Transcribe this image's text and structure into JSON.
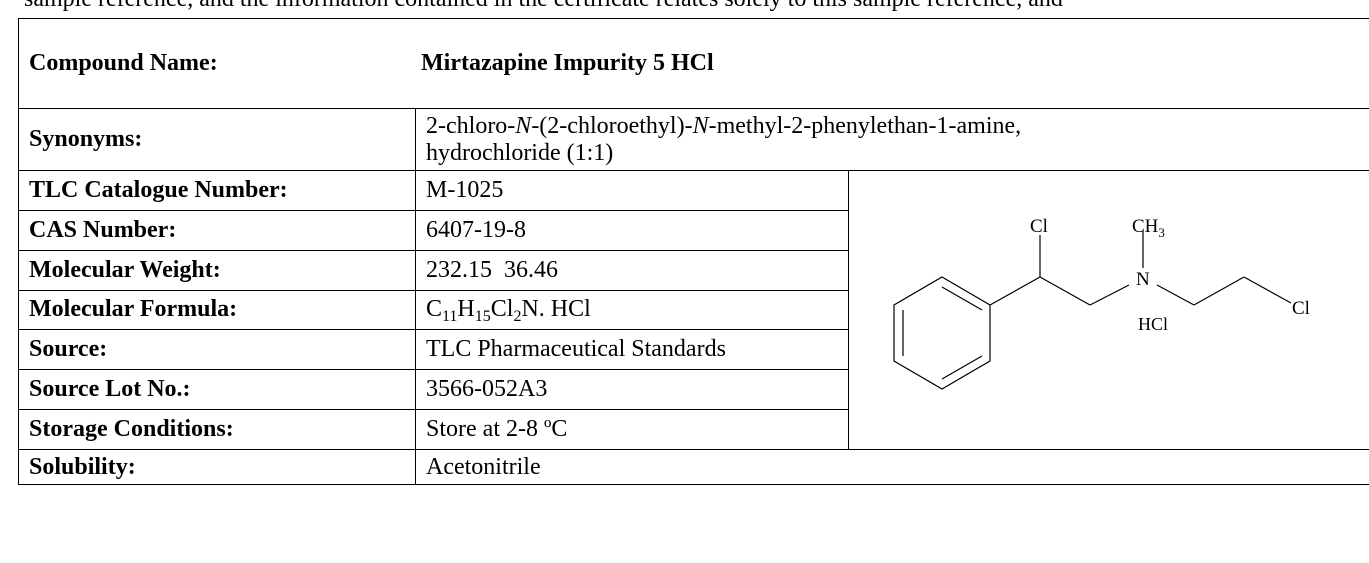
{
  "top_text": "sample reference, and the information contained in the certificate relates solely to this sample reference, and",
  "compound": {
    "label": "Compound Name:",
    "value": "Mirtazapine Impurity 5 HCl"
  },
  "synonyms": {
    "label": "Synonyms:",
    "line1_prefix": "2-chloro-",
    "line1_italic1": "N",
    "line1_middle": "-(2-chloroethyl)-",
    "line1_italic2": "N",
    "line1_suffix": "-methyl-2-phenylethan-1-amine,",
    "line2": "hydrochloride (1:1)"
  },
  "rows": [
    {
      "label": "TLC Catalogue Number:",
      "value": "M-1025"
    },
    {
      "label": "CAS Number:",
      "value": "6407-19-8"
    },
    {
      "label": "Molecular Weight:",
      "value": "232.15  36.46"
    },
    {
      "label": "Molecular Formula:",
      "formula": {
        "c": "C",
        "c_n": "11",
        "h": "H",
        "h_n": "15",
        "cl": "Cl",
        "cl_n": "2",
        "rest": "N. HCl"
      }
    },
    {
      "label": "Source:",
      "value": "TLC Pharmaceutical Standards"
    },
    {
      "label": "Source Lot No.:",
      "value": "3566-052A3"
    },
    {
      "label": "Storage Conditions:",
      "value": "Store at 2-8 ºC"
    },
    {
      "label": "Solubility:",
      "value": "Acetonitrile"
    }
  ],
  "structure": {
    "cl_top": "Cl",
    "methyl_c": "CH",
    "methyl_n": "3",
    "nitrogen": "N",
    "cl_right": "Cl",
    "salt": "HCl"
  }
}
